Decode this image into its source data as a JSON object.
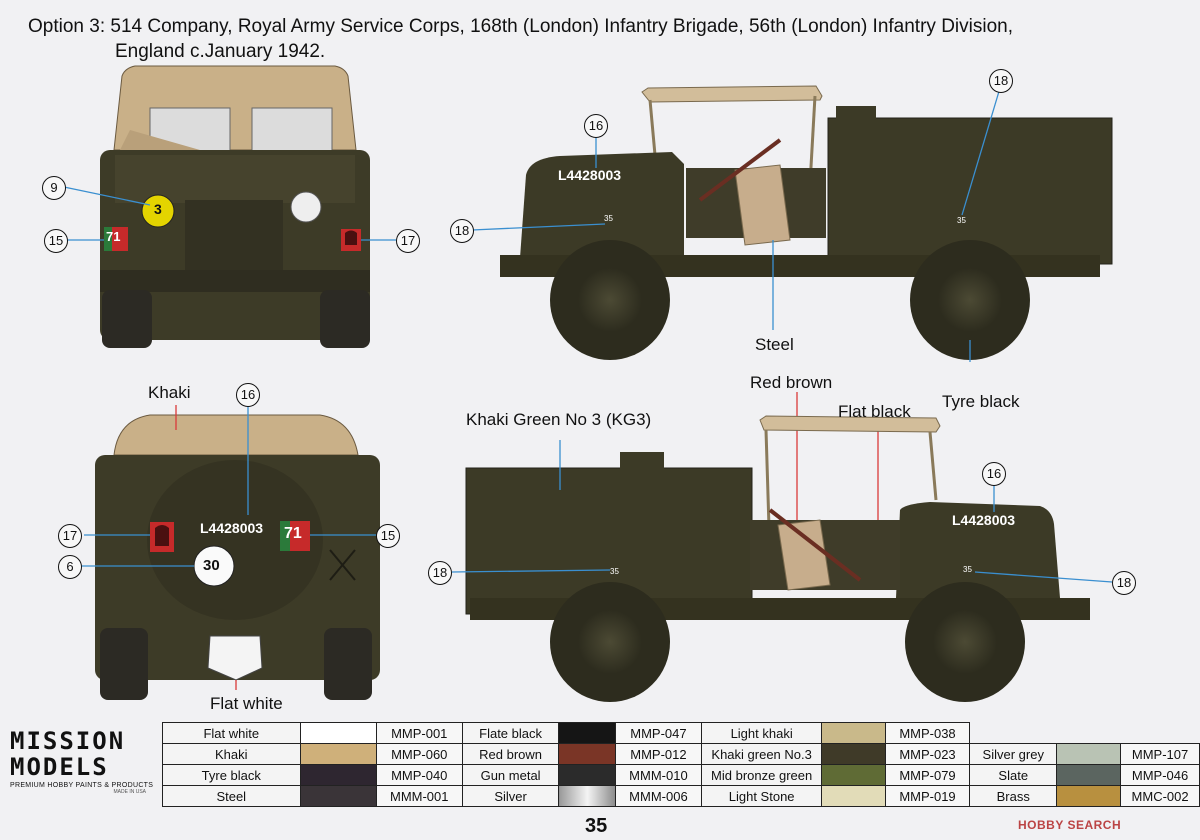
{
  "title": {
    "line1": "Option 3: 514 Company, Royal Army Service Corps, 168th (London) Infantry Brigade, 56th (London) Infantry Division,",
    "line2": "England c.January 1942."
  },
  "markings": {
    "reg_front_side": "L4428003",
    "reg_rear": "L4428003",
    "reg_side2": "L4428003",
    "bridge_front": "3",
    "bridge_rear": "30",
    "div_number": "71",
    "div_number_rear": "71",
    "small_35_a": "35",
    "small_35_b": "35",
    "small_35_c": "35",
    "small_35_d": "35"
  },
  "callouts": {
    "c9": "9",
    "c15a": "15",
    "c17a": "17",
    "c16a": "16",
    "c18a": "18",
    "c18b": "18",
    "c16b": "16",
    "c17b": "17",
    "c15b": "15",
    "c6": "6",
    "c18c": "18",
    "c16c": "16",
    "c18d": "18"
  },
  "labels": {
    "steel": "Steel",
    "red_brown": "Red brown",
    "flat_black": "Flat black",
    "tyre_black": "Tyre black",
    "khaki": "Khaki",
    "khaki_green": "Khaki Green No 3 (KG3)",
    "flat_white": "Flat white"
  },
  "logo": {
    "line1": "MISSION",
    "line2": "MODELS",
    "tagline": "PREMIUM HOBBY PAINTS & PRODUCTS",
    "made_in": "MADE IN USA"
  },
  "paints": [
    [
      {
        "name": "Flat white",
        "color": "#ffffff",
        "code": "MMP-001"
      },
      {
        "name": "Flate black",
        "color": "#151515",
        "code": "MMP-047"
      },
      {
        "name": "Light khaki",
        "color": "#c9b98a",
        "code": "MMP-038"
      },
      null
    ],
    [
      {
        "name": "Khaki",
        "color": "#cfb07a",
        "code": "MMP-060"
      },
      {
        "name": "Red brown",
        "color": "#7a3526",
        "code": "MMP-012"
      },
      {
        "name": "Khaki green No.3",
        "color": "#3f3a28",
        "code": "MMP-023"
      },
      {
        "name": "Silver grey",
        "color": "#b9c3b4",
        "code": "MMP-107"
      }
    ],
    [
      {
        "name": "Tyre black",
        "color": "#2e2630",
        "code": "MMP-040"
      },
      {
        "name": "Gun metal",
        "color": "#2b2b2b",
        "code": "MMM-010"
      },
      {
        "name": "Mid bronze green",
        "color": "#5f6b35",
        "code": "MMP-079"
      },
      {
        "name": "Slate",
        "color": "#5b6560",
        "code": "MMP-046"
      }
    ],
    [
      {
        "name": "Steel",
        "color": "#3a3438",
        "code": "MMM-001"
      },
      {
        "name": "Silver",
        "color": "#c8c8c8",
        "code": "MMM-006"
      },
      {
        "name": "Light Stone",
        "color": "#e2dcb8",
        "code": "MMP-019"
      },
      {
        "name": "Brass",
        "color": "#b8903f",
        "code": "MMC-002"
      }
    ]
  ],
  "page_number": "35",
  "watermark": "HOBBY SEARCH",
  "colors": {
    "olive": "#3c3a26",
    "khaki": "#cdb58a",
    "tyre": "#2c2a24"
  }
}
